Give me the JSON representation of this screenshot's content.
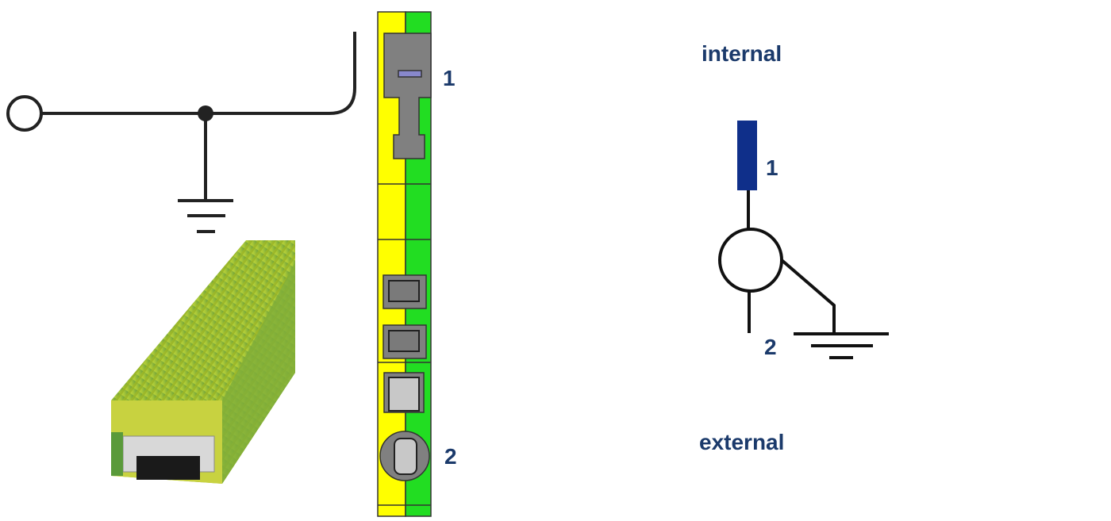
{
  "colors": {
    "yellow": "#ffff00",
    "green": "#22dd22",
    "gray": "#808080",
    "light_gray": "#c8c8c8",
    "slot": "#8888cc",
    "label": "#1b3a6b",
    "contact": "#0f2f8a"
  },
  "strip": {
    "label_top": "1",
    "label_bottom": "2"
  },
  "symbol": {
    "label_internal": "internal",
    "label_external": "external",
    "pin_top": "1",
    "pin_bottom": "2"
  },
  "icons": [
    "terminal-circle-icon",
    "ground-icon",
    "terminal-block-photo"
  ]
}
